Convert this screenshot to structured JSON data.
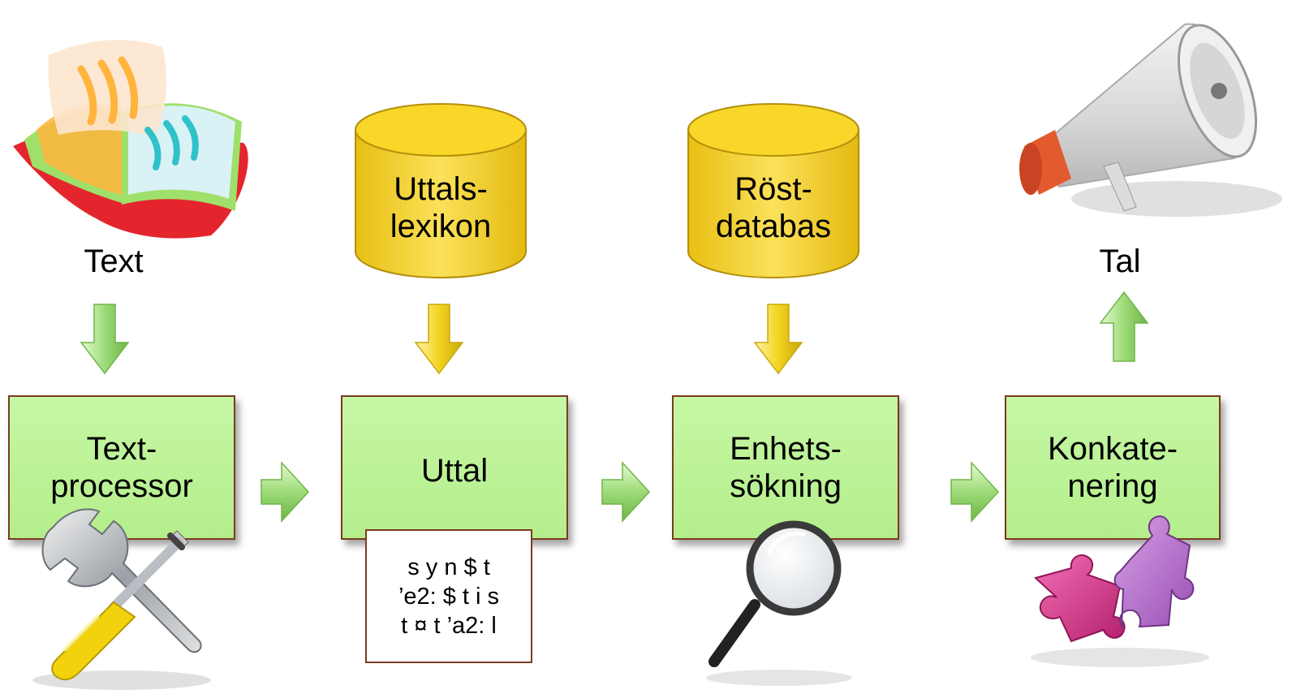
{
  "input_label": "Text",
  "output_label": "Tal",
  "databases": [
    {
      "line1": "Uttals-",
      "line2": "lexikon"
    },
    {
      "line1": "Röst-",
      "line2": "databas"
    }
  ],
  "steps": [
    {
      "line1": "Text-",
      "line2": "processor"
    },
    {
      "line1": "Uttal",
      "line2": ""
    },
    {
      "line1": "Enhets-",
      "line2": "sökning"
    },
    {
      "line1": "Konkate-",
      "line2": "nering"
    }
  ],
  "transcription": {
    "line1": "s y n $ t",
    "line2": "’e2: $ t i s",
    "line3": "t ¤ t ’a2: l"
  },
  "icons": {
    "input": "open-book-icon",
    "output": "megaphone-icon",
    "step1": "wrench-screwdriver-icon",
    "step3": "magnifier-icon",
    "step4": "puzzle-pieces-icon"
  },
  "colors": {
    "box_fill": "#b4ee8c",
    "box_border": "#7a3b1e",
    "database_fill": "#f7d531",
    "green_arrow": "#8fd46a",
    "yellow_arrow": "#f1cf14"
  }
}
